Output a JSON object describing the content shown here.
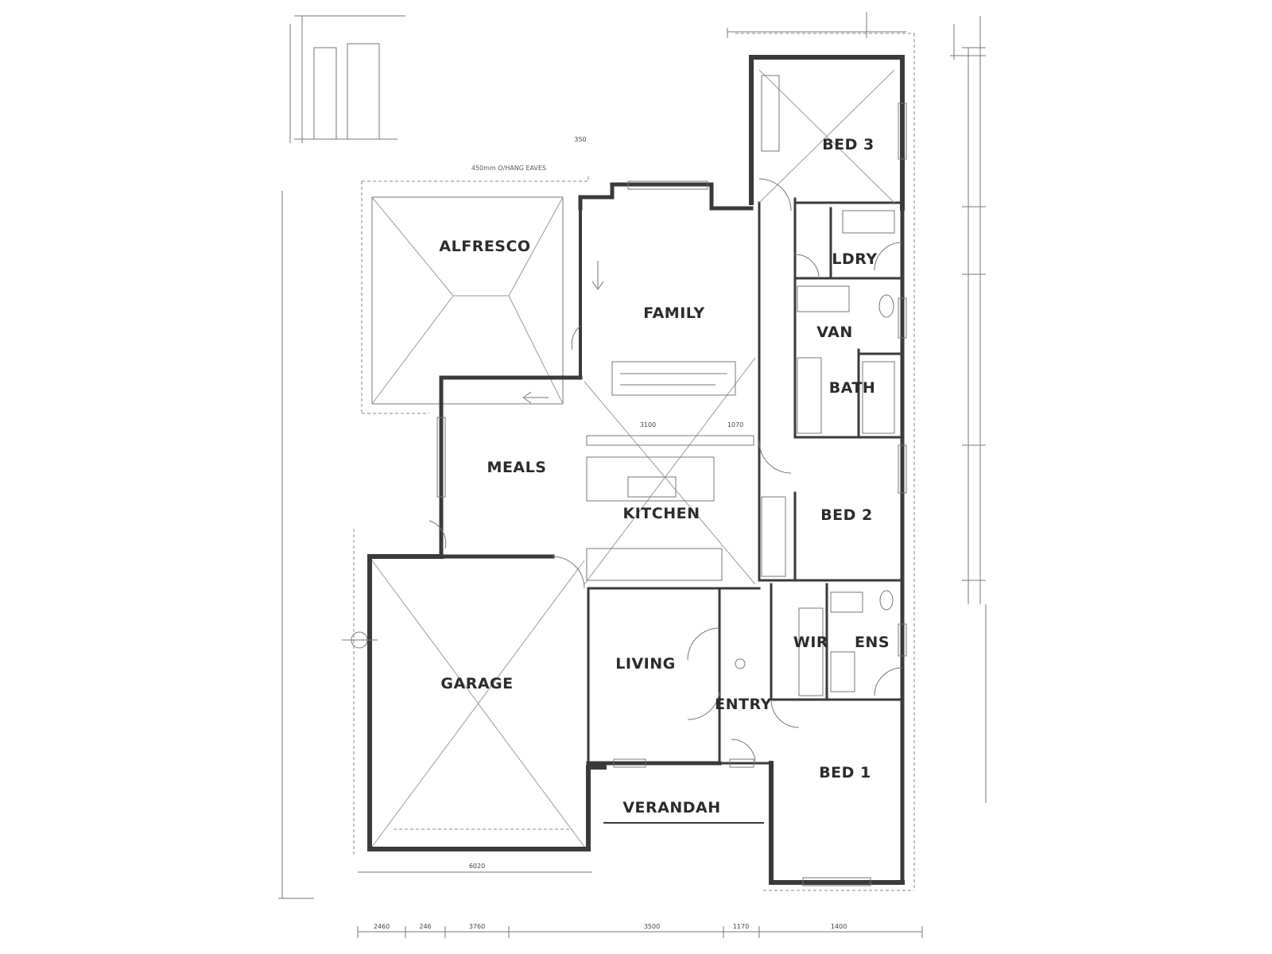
{
  "rooms": {
    "alfresco": "ALFRESCO",
    "family": "FAMILY",
    "meals": "MEALS",
    "kitchen": "KITCHEN",
    "garage": "GARAGE",
    "living": "LIVING",
    "entry": "ENTRY",
    "verandah": "VERANDAH",
    "bed1": "BED 1",
    "bed2": "BED 2",
    "bed3": "BED 3",
    "ldry": "LDRY",
    "van": "VAN",
    "bath": "BATH",
    "wir": "WIR",
    "ens": "ENS"
  },
  "notes": {
    "eaves": "450mm O/HANG EAVES"
  },
  "dimensions": {
    "bottom_garage_width": "6020",
    "top_350": "350",
    "meals_3100": "3100",
    "meals_1070": "1070",
    "bottom_2460": "2460",
    "bottom_246": "246",
    "bottom_3760": "3760",
    "bottom_3500": "3500",
    "bottom_1170": "1170",
    "bottom_1400": "1400"
  }
}
